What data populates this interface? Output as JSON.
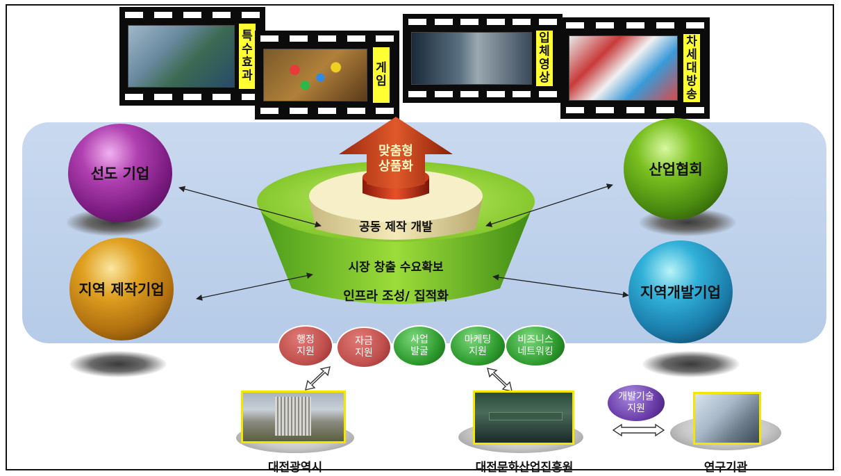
{
  "films": [
    {
      "tag": [
        "특",
        "수",
        "효",
        "과"
      ]
    },
    {
      "tag": [
        "게",
        "임"
      ]
    },
    {
      "tag": [
        "입",
        "체",
        "영",
        "상"
      ]
    },
    {
      "tag": [
        "차",
        "세",
        "대",
        "방",
        "송"
      ]
    }
  ],
  "center": {
    "arrow_line1": "맞춤형",
    "arrow_line2": "상품화",
    "top_tier": "공동 제작 개발",
    "middle_tier": "시장 창출 수요확보",
    "bottom_tier": "인프라 조성/ 집적화"
  },
  "spheres": {
    "top_left": "선도 기업",
    "bottom_left": "지역 제작기업",
    "top_right": "산업협회",
    "bottom_right": "지역개발기업"
  },
  "supports": [
    {
      "line1": "행정",
      "line2": "지원",
      "color": "#c0504d"
    },
    {
      "line1": "자금",
      "line2": "지원",
      "color": "#c0504d"
    },
    {
      "line1": "사업",
      "line2": "발굴",
      "color": "#2e9b2e"
    },
    {
      "line1": "마케팅",
      "line2": "지원",
      "color": "#2e9b2e"
    },
    {
      "line1": "비즈니스",
      "line2": "네트워킹",
      "color": "#2e9b2e"
    }
  ],
  "tech_support": {
    "line1": "개발기술",
    "line2": "지원",
    "color": "#6a3ca8"
  },
  "institutions": {
    "city": "대전광역시",
    "agency": "대전문화산업진흥원",
    "research": "연구기관"
  }
}
